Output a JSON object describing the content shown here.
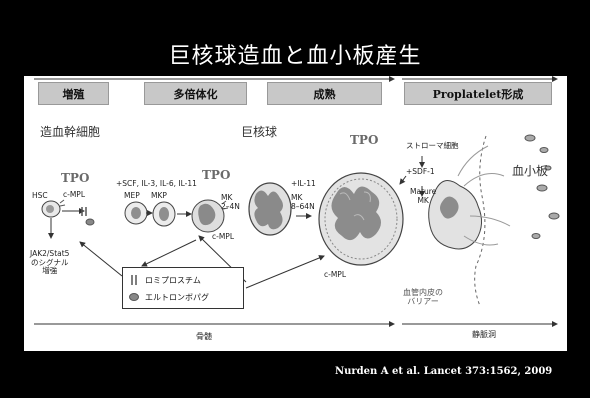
{
  "slide": {
    "title": "巨核球造血と血小板産生",
    "citation": "Nurden A et al. Lancet 373:1562, 2009"
  },
  "stages": {
    "proliferation": "増殖",
    "polyploidization": "多倍体化",
    "maturation": "成熟",
    "proplatelet": "Proplatelet形成"
  },
  "labels": {
    "hsc_group": "造血幹細胞",
    "megakaryocyte": "巨核球",
    "tpo": "TPO",
    "hsc": "HSC",
    "cmpl": "c-MPL",
    "mep": "MEP",
    "mkp": "MKP",
    "cytokines": "+SCF, IL-3, IL-6, IL-11",
    "mk_2_4n": [
      "MK",
      "2–4N"
    ],
    "il11": "+IL-11",
    "mk_8_64n": [
      "MK",
      "8–64N"
    ],
    "stromal": "ストローマ細胞",
    "sdf1": "+SDF-1",
    "mature_mk": [
      "Mature",
      "MK"
    ],
    "platelets": "血小板",
    "jak_stat": [
      "JAK2/Stat5",
      "のシグナル",
      "増強"
    ],
    "endothelial": [
      "血管内皮の",
      "バリアー"
    ],
    "bone_marrow": "骨髄",
    "sinusoid": "静脈洞"
  },
  "legend": {
    "romiplostim": "ロミプロスチム",
    "eltrombopag": "エルトロンボパグ"
  }
}
